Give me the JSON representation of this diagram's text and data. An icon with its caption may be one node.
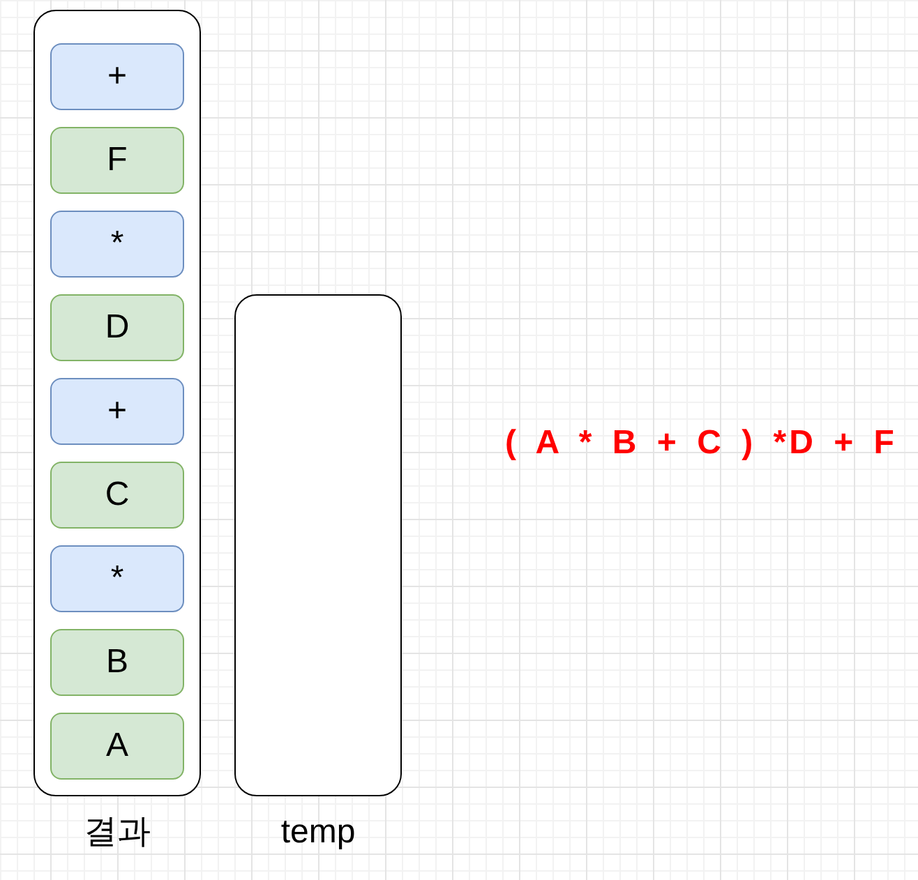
{
  "diagram": {
    "nodes": [
      {
        "text": [
          "결과"
        ]
      },
      {
        "text": [
          "+"
        ],
        "in": 0
      },
      {
        "text": [
          "F"
        ],
        "in": 0
      },
      {
        "text": [
          "*"
        ],
        "in": 0
      },
      {
        "text": [
          "D"
        ],
        "in": 0
      },
      {
        "text": [
          "+"
        ],
        "in": 0
      },
      {
        "text": [
          "C"
        ],
        "in": 0
      },
      {
        "text": [
          "*"
        ],
        "in": 0
      },
      {
        "text": [
          "B"
        ],
        "in": 0
      },
      {
        "text": [
          "A"
        ],
        "in": 0
      },
      {
        "text": [
          "temp"
        ]
      }
    ],
    "labels": [
      "( A * B + C ) *D + F"
    ]
  }
}
